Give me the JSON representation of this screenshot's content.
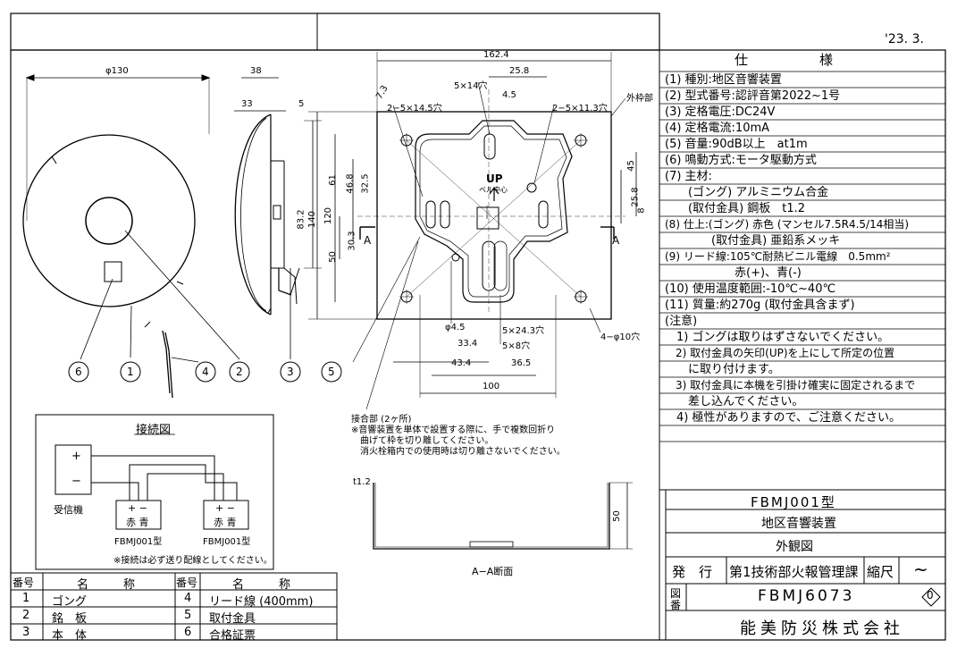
{
  "date": "'23. 3.",
  "spec": {
    "heading": "仕　　　　様",
    "lines": [
      "(1) 種別:地区音響装置",
      "(2) 型式番号:認評音第2022~1号",
      "(3) 定格電圧:DC24V",
      "(4) 定格電流:10mA",
      "(5) 音量:90dB以上　at1m",
      "(6) 鳴動方式:モータ駆動方式",
      "(7) 主材:",
      "　　(ゴング) アルミニウム合金",
      "　　(取付金具) 鋼板　t1.2",
      "(8) 仕上:(ゴング) 赤色 (マンセル7.5R4.5/14相当)",
      "　　　　(取付金具) 亜鉛系メッキ",
      "(9) リード線:105℃耐熱ビニル電線　0.5mm²",
      "　　　　　　赤(+)、青(-)",
      "(10) 使用温度範囲:-10℃~40℃",
      "(11) 質量:約270g (取付金具含まず)",
      "(注意)",
      "　1) ゴングは取りはずさないでください。",
      "　2) 取付金具の矢印(UP)を上にして所定の位置",
      "　　に取り付けます。",
      "　3) 取付金具に本機を引掛け確実に固定されるまで",
      "　　差し込んでください。",
      "　4) 極性がありますので、ご注意ください。"
    ]
  },
  "title_block": {
    "model": "FBMJ001型",
    "name": "地区音響装置",
    "drawing_type": "外観図",
    "issue_label": "発　行",
    "department": "第1技術部火報管理課",
    "scale_label": "縮尺",
    "scale_value": "~",
    "drawing_no_label_1": "図",
    "drawing_no_label_2": "番",
    "drawing_no": "FBMJ6073",
    "revision": "0",
    "company": "能美防災株式会社"
  },
  "parts_table": {
    "headers": [
      "番号",
      "名　　　称",
      "番号",
      "名　　　称"
    ],
    "rows": [
      [
        "1",
        "ゴング",
        "4",
        "リード線 (400mm)"
      ],
      [
        "2",
        "銘　板",
        "5",
        "取付金具"
      ],
      [
        "3",
        "本　体",
        "6",
        "合格証票"
      ]
    ]
  },
  "wiring": {
    "title": "接続図",
    "receiver_label": "受信機",
    "plus": "+",
    "minus": "−",
    "terminal_signs": "+ −",
    "terminal_colors": "赤 青",
    "device_label": "FBMJ001型",
    "note": "※接続は必ず送り配線としてください。"
  },
  "notes": {
    "joint_title": "接合部 (2ヶ所)",
    "joint_line1": "※音響装置を単体で設置する際に、手で複数回折り",
    "joint_line2": "　曲げて枠を切り離してください。",
    "joint_line3": "　消火栓箱内での使用時は切り離さないでください。",
    "section_label": "A−A断面",
    "outer_frame": "外枠部",
    "up_label": "UP",
    "bell_label": "ベル中心"
  },
  "dims": {
    "dia130": "φ130",
    "d38": "38",
    "d33": "33",
    "d5": "5",
    "d83_2": "83.2",
    "d162_4": "162.4",
    "d25_8": "25.8",
    "d5x14": "5×14穴",
    "d4_5": "4.5",
    "d2_5x14_5": "2−5×14.5穴",
    "d2_5x11_3": "2−5×11.3穴",
    "d7_3": "7.3",
    "d61": "61",
    "d46_8": "46.8",
    "d32_5": "32.5",
    "d140": "140",
    "d120": "120",
    "d30_3": "30.3",
    "d50": "50",
    "d45": "45",
    "d25_8b": "25.8",
    "d8": "8",
    "a_left": "A",
    "a_right": "A",
    "dia4_5": "φ4.5",
    "d5x24_3": "5×24.3穴",
    "d5x8": "5×8穴",
    "d4_10": "4−φ10穴",
    "d33_4": "33.4",
    "d43_4": "43.4",
    "d36_5": "36.5",
    "d100": "100",
    "t1_2": "t1.2",
    "d50b": "50"
  },
  "callouts": [
    "6",
    "1",
    "4",
    "2",
    "3",
    "5"
  ]
}
